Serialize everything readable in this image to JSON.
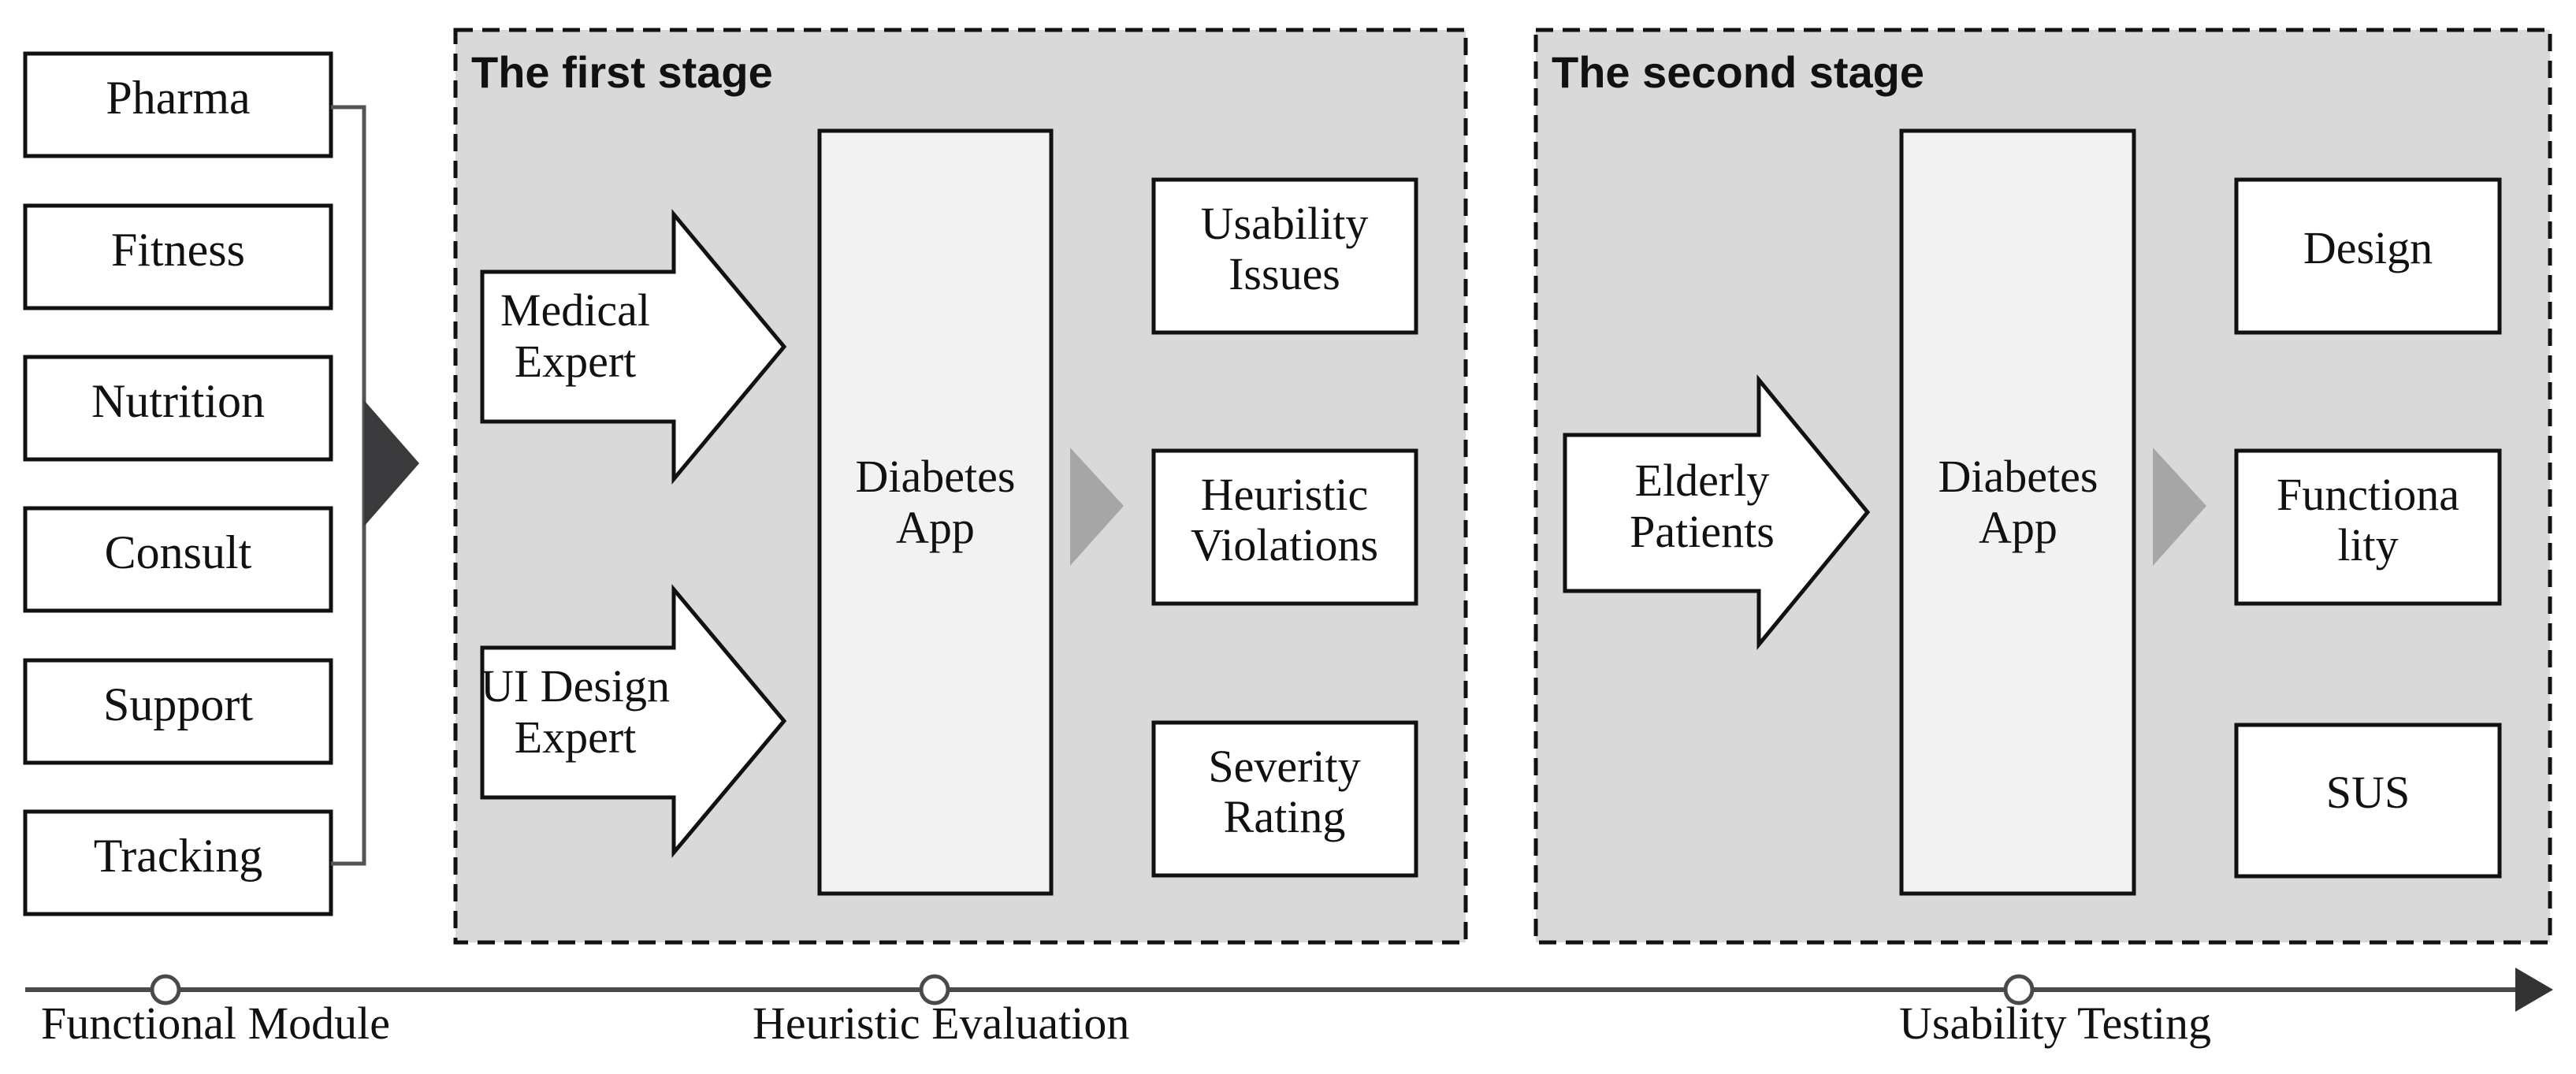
{
  "modules": [
    "Pharma",
    "Fitness",
    "Nutrition",
    "Consult",
    "Support",
    "Tracking"
  ],
  "stage1": {
    "title": "The first stage",
    "inputs": [
      [
        "Medical",
        "Expert"
      ],
      [
        "UI Design",
        "Expert"
      ]
    ],
    "app": [
      "Diabetes",
      "App"
    ],
    "outputs": [
      [
        "Usability",
        "Issues"
      ],
      [
        "Heuristic",
        "Violations"
      ],
      [
        "Severity",
        "Rating"
      ]
    ]
  },
  "stage2": {
    "title": "The second stage",
    "input": [
      "Elderly",
      "Patients"
    ],
    "app": [
      "Diabetes",
      "App"
    ],
    "outputs": [
      [
        "Design"
      ],
      [
        "Functiona",
        "lity"
      ],
      [
        "SUS"
      ]
    ]
  },
  "timeline": {
    "labels": [
      "Functional Module",
      "Heuristic Evaluation",
      "Usability Testing"
    ]
  },
  "colors": {
    "stage_fill": "#d9d9d9",
    "app_fill": "#f2f2f2",
    "line": "#111111",
    "axis": "#4a4a4a",
    "big_triangle": "#3a3a3c",
    "small_triangle": "#a6a6a6"
  }
}
